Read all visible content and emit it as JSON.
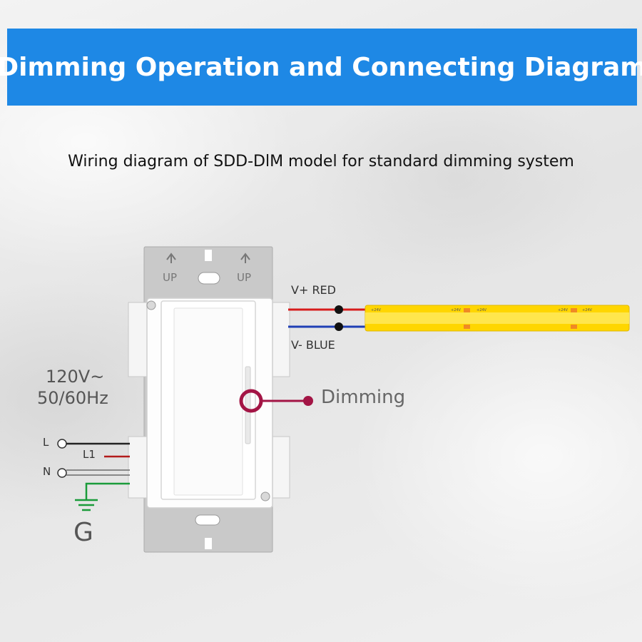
{
  "banner": {
    "title": "Dimming Operation and Connecting Diagram"
  },
  "subtitle": "Wiring diagram of SDD-DlM model for standard dimming system",
  "switch": {
    "up_labels": [
      "UP",
      "UP"
    ]
  },
  "wires": {
    "v_plus": "V+ RED",
    "v_minus": "V- BLUE",
    "colors": {
      "red": "#d71c1c",
      "blue": "#1f3fb5",
      "black": "#222222",
      "green": "#1a9b3a",
      "gray": "#888888",
      "dimming": "#a31545"
    }
  },
  "supply": {
    "voltage": "120V~",
    "frequency": "50/60Hz"
  },
  "terminals": {
    "line": "L",
    "load": "L1",
    "neutral": "N",
    "ground": "G"
  },
  "dimming_label": "Dimming",
  "led_strip": {
    "markings": [
      "+24V",
      "+24V",
      "+24V",
      "+24V",
      "+24V"
    ],
    "color": "#ffd600"
  }
}
